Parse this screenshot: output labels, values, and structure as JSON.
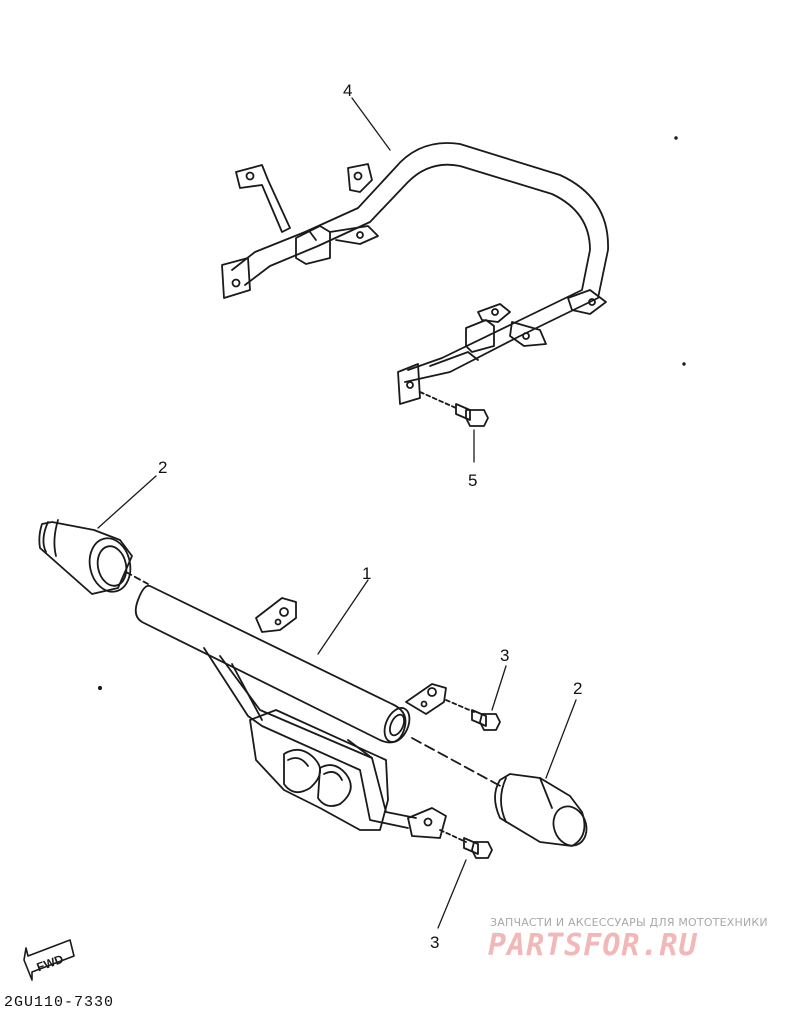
{
  "callouts": [
    {
      "id": "part-1",
      "text": "1"
    },
    {
      "id": "part-2a",
      "text": "2"
    },
    {
      "id": "part-2b",
      "text": "2"
    },
    {
      "id": "part-3a",
      "text": "3"
    },
    {
      "id": "part-3b",
      "text": "3"
    },
    {
      "id": "part-4",
      "text": "4"
    },
    {
      "id": "part-5",
      "text": "5"
    }
  ],
  "diagram_code": "2GU110-7330",
  "fwd_marker": {
    "text": "FWD",
    "icon": "fwd-arrow-icon"
  },
  "watermark": {
    "subtitle": "ЗАПЧАСТИ И АКСЕССУАРЫ ДЛЯ МОТОТЕХНИКИ",
    "brand": "PARTSFOR.RU",
    "color": "#f2b7b7"
  },
  "line_color": "#1a1a1a"
}
